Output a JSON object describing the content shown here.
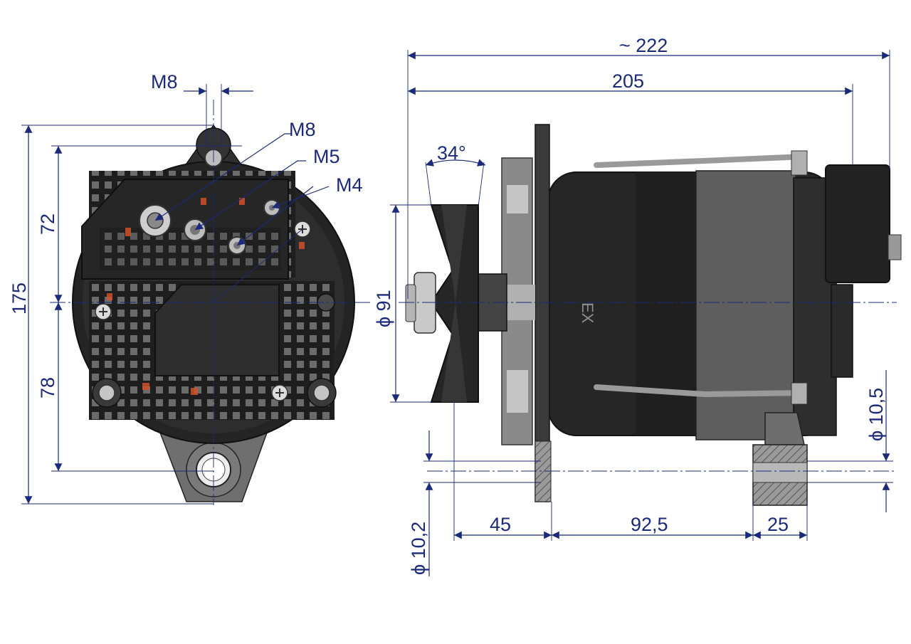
{
  "dimensions": {
    "overall_length": "~ 222",
    "body_length": "205",
    "pulley_angle": "34°",
    "pulley_diameter": "ϕ 91",
    "front_hole_diameter": "ϕ 10,2",
    "rear_hole_diameter": "ϕ 10,5",
    "pulley_offset": "45",
    "mount_span": "92,5",
    "rear_foot_width": "25",
    "total_height": "175",
    "upper_height": "72",
    "lower_height": "78"
  },
  "thread_labels": {
    "m8_top": "M8",
    "m8_terminal": "M8",
    "m5_terminal": "M5",
    "m4_terminal": "M4"
  },
  "housing_marking": "EX",
  "colors": {
    "dimension": "#1b2a7a",
    "housing": "#2b2b2b",
    "metal": "#8f8f8f",
    "terminals": "#c9c9c9",
    "wire_accent": "#d0502a"
  }
}
